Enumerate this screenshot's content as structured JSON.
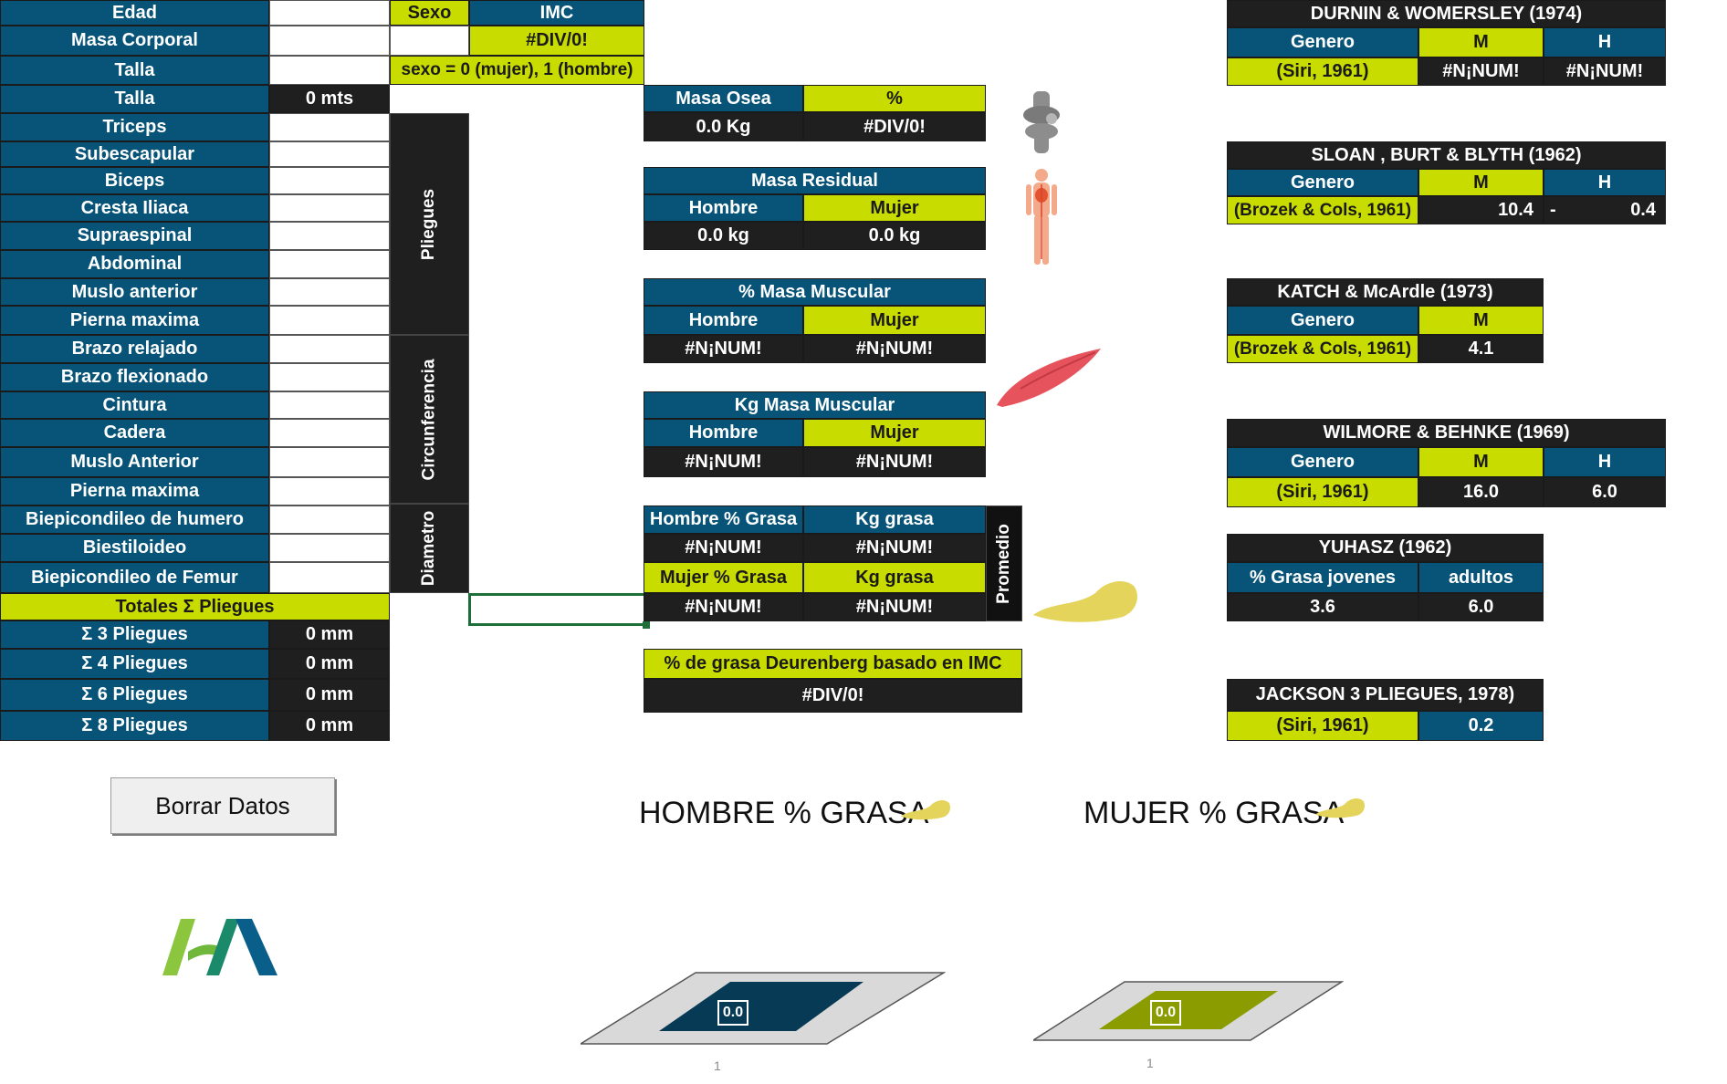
{
  "left_table": {
    "rows": [
      {
        "label": "Edad",
        "value": ""
      },
      {
        "label": "Masa Corporal",
        "value": ""
      },
      {
        "label": "Talla",
        "value": ""
      },
      {
        "label": "Talla",
        "value": "0 mts"
      },
      {
        "label": "Triceps",
        "value": ""
      },
      {
        "label": "Subescapular",
        "value": ""
      },
      {
        "label": "Biceps",
        "value": ""
      },
      {
        "label": "Cresta Iliaca",
        "value": ""
      },
      {
        "label": "Supraespinal",
        "value": ""
      },
      {
        "label": "Abdominal",
        "value": ""
      },
      {
        "label": "Muslo anterior",
        "value": ""
      },
      {
        "label": "Pierna maxima",
        "value": ""
      },
      {
        "label": "Brazo relajado",
        "value": ""
      },
      {
        "label": "Brazo flexionado",
        "value": ""
      },
      {
        "label": "Cintura",
        "value": ""
      },
      {
        "label": "Cadera",
        "value": ""
      },
      {
        "label": "Muslo Anterior",
        "value": ""
      },
      {
        "label": "Pierna maxima",
        "value": ""
      },
      {
        "label": "Biepicondileo de humero",
        "value": ""
      },
      {
        "label": "Biestiloideo",
        "value": ""
      },
      {
        "label": "Biepicondileo de Femur",
        "value": ""
      }
    ],
    "groups": {
      "pliegues": "Pliegues",
      "circunferencia": "Circunferencia",
      "diametro": "Diametro"
    },
    "totals_header": "Totales Σ Pliegues",
    "totals": [
      {
        "label": "Σ 3 Pliegues",
        "value": "0 mm"
      },
      {
        "label": "Σ 4 Pliegues",
        "value": "0 mm"
      },
      {
        "label": "Σ 6 Pliegues",
        "value": "0 mm"
      },
      {
        "label": "Σ 8 Pliegues",
        "value": "0 mm"
      }
    ]
  },
  "sexo_imc": {
    "sexo_label": "Sexo",
    "sexo_value": "",
    "imc_label": "IMC",
    "imc_value": "#DIV/0!",
    "note": "sexo = 0 (mujer), 1 (hombre)"
  },
  "masa_osea": {
    "title": "Masa Osea",
    "pct_label": "%",
    "kg": "0.0 Kg",
    "pct": "#DIV/0!"
  },
  "masa_residual": {
    "title": "Masa Residual",
    "h_label": "Hombre",
    "m_label": "Mujer",
    "h": "0.0 kg",
    "m": "0.0 kg"
  },
  "pct_masa_muscular": {
    "title": "% Masa Muscular",
    "h_label": "Hombre",
    "m_label": "Mujer",
    "h": "#N¡NUM!",
    "m": "#N¡NUM!"
  },
  "kg_masa_muscular": {
    "title": "Kg Masa Muscular",
    "h_label": "Hombre",
    "m_label": "Mujer",
    "h": "#N¡NUM!",
    "m": "#N¡NUM!"
  },
  "grasa": {
    "h_pct_label": "Hombre % Grasa",
    "h_kg_label": "Kg grasa",
    "h_pct": "#N¡NUM!",
    "h_kg": "#N¡NUM!",
    "m_pct_label": "Mujer % Grasa",
    "m_kg_label": "Kg grasa",
    "m_pct": "#N¡NUM!",
    "m_kg": "#N¡NUM!",
    "promedio": "Promedio"
  },
  "deurenberg": {
    "title": "% de grasa Deurenberg basado en IMC",
    "value": "#DIV/0!"
  },
  "right": {
    "durnin": {
      "title": "DURNIN & WOMERSLEY (1974)",
      "genero": "Genero",
      "m": "M",
      "h": "H",
      "ref": "(Siri, 1961)",
      "m_val": "#N¡NUM!",
      "h_val": "#N¡NUM!"
    },
    "sloan": {
      "title": "SLOAN , BURT & BLYTH (1962)",
      "genero": "Genero",
      "m": "M",
      "h": "H",
      "ref": "(Brozek & Cols, 1961)",
      "m_val": "10.4",
      "dash": "-",
      "h_val": "0.4"
    },
    "katch": {
      "title": "KATCH & McArdle (1973)",
      "genero": "Genero",
      "m": "M",
      "ref": "(Brozek & Cols, 1961)",
      "m_val": "4.1"
    },
    "wilmore": {
      "title": "WILMORE & BEHNKE (1969)",
      "genero": "Genero",
      "m": "M",
      "h": "H",
      "ref": "(Siri, 1961)",
      "m_val": "16.0",
      "h_val": "6.0"
    },
    "yuhasz": {
      "title": "YUHASZ (1962)",
      "c1": "% Grasa jovenes",
      "c2": "adultos",
      "v1": "3.6",
      "v2": "6.0"
    },
    "jackson": {
      "title": "JACKSON 3 PLIEGUES, 1978)",
      "ref": "(Siri, 1961)",
      "val": "0.2"
    }
  },
  "button": {
    "label": "Borrar Datos"
  },
  "charts": {
    "hombre": {
      "title": "HOMBRE % GRASA",
      "value": "0.0",
      "tick": "1",
      "color": "#073a54"
    },
    "mujer": {
      "title": "MUJER % GRASA",
      "value": "0.0",
      "tick": "1",
      "color": "#8a9c00"
    }
  }
}
